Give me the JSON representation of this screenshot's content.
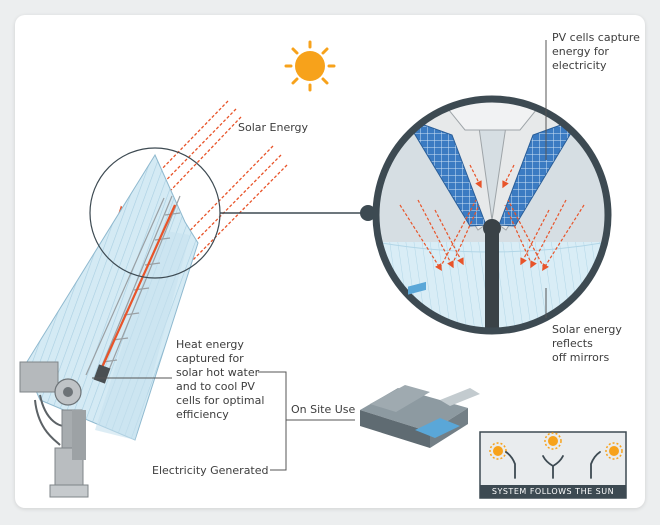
{
  "labels": {
    "solar_energy": "Solar Energy",
    "pv_cells_line1": "PV cells capture",
    "pv_cells_line2": "energy for",
    "pv_cells_line3": "electricity",
    "reflect_line1": "Solar energy",
    "reflect_line2": "reflects",
    "reflect_line3": "off mirrors",
    "heat_line1": "Heat energy",
    "heat_line2": "captured for",
    "heat_line3": "solar hot water",
    "heat_line4": "and to cool PV",
    "heat_line5": "cells for optimal",
    "heat_line6": "efficiency",
    "on_site_use": "On Site Use",
    "electricity_generated": "Electricity Generated",
    "system_follows_sun": "SYSTEM FOLLOWS THE SUN"
  },
  "colors": {
    "sun": "#f7a21b",
    "rays": "#e8542a",
    "mirror": "#cfe6f1",
    "pv_blue": "#3b7bc2",
    "outline": "#3d4a52",
    "frame": "#a9adb0",
    "text": "#3d3d3d"
  },
  "icons": {
    "sun": "sun-icon",
    "building": "building-icon",
    "magnifier": "detail-circle"
  }
}
